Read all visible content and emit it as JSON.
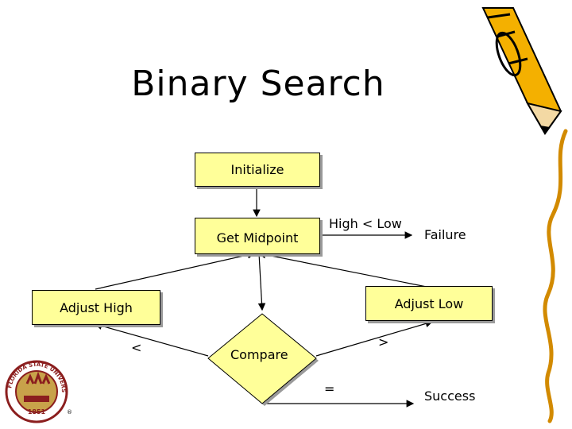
{
  "title": "Binary Search",
  "nodes": {
    "initialize": "Initialize",
    "get_midpoint": "Get Midpoint",
    "adjust_high": "Adjust High",
    "adjust_low": "Adjust Low",
    "compare": "Compare"
  },
  "labels": {
    "high_low": "High < Low",
    "failure": "Failure",
    "less": "<",
    "greater": ">",
    "equal": "=",
    "success": "Success"
  },
  "colors": {
    "box_fill": "#ffff99",
    "seal_red": "#8b1e1e",
    "seal_gold": "#c8a24a"
  },
  "logo": {
    "top_text": "FLORIDA STATE UNIVERSITY",
    "year": "1851"
  },
  "icons": [
    "pencil-icon",
    "university-seal-icon"
  ]
}
